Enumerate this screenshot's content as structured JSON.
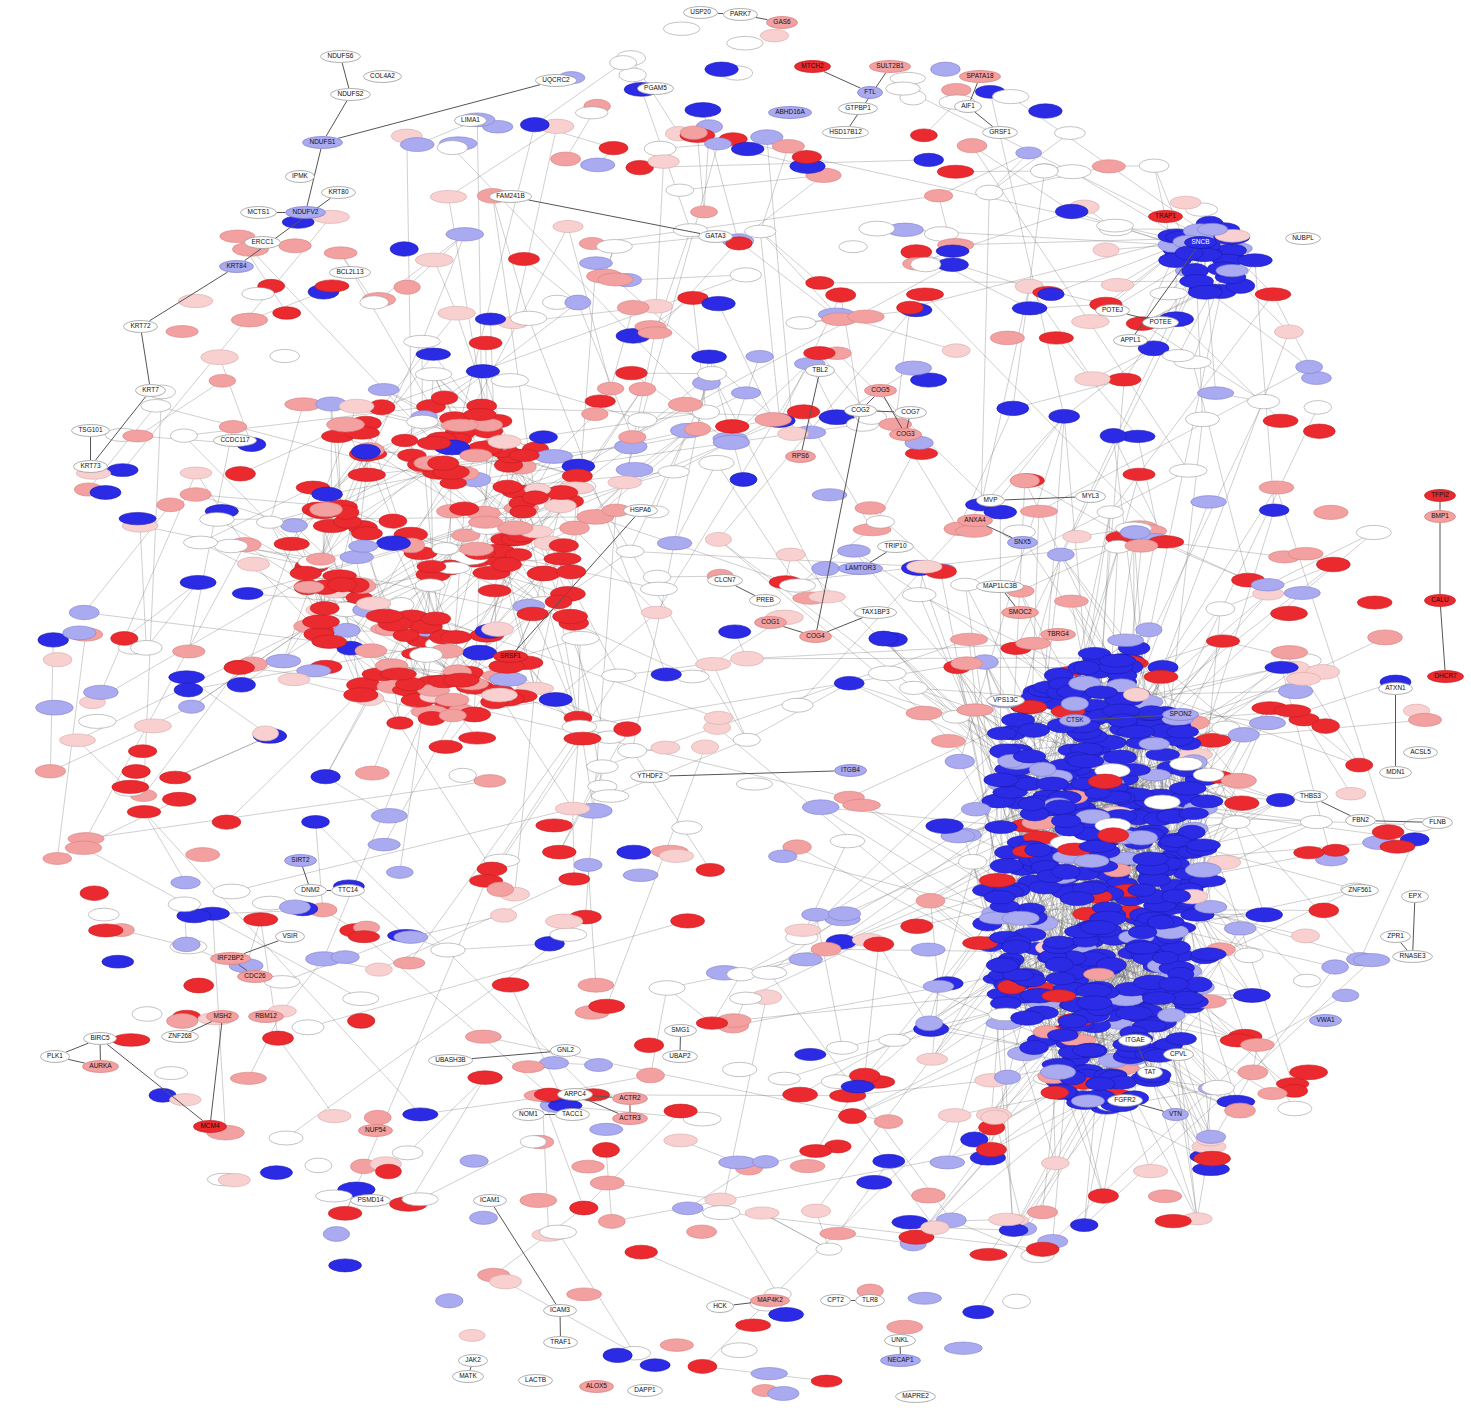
{
  "diagram": {
    "nodes": [
      {
        "text": [
          "USP20"
        ]
      },
      {
        "text": [
          "PARK7"
        ]
      },
      {
        "text": [
          "GAS6"
        ]
      },
      {
        "text": [
          "MTCH2"
        ]
      },
      {
        "text": [
          "SULT2B1"
        ]
      },
      {
        "text": [
          "NDUFS6"
        ]
      },
      {
        "text": [
          "COL4A2"
        ]
      },
      {
        "text": [
          "UQCRC2"
        ]
      },
      {
        "text": [
          "PGAM5"
        ]
      },
      {
        "text": [
          "FTL"
        ]
      },
      {
        "text": [
          "SPATA18"
        ]
      },
      {
        "text": [
          "AIF1"
        ]
      },
      {
        "text": [
          "GTPBP1"
        ]
      },
      {
        "text": [
          "NDUFS2"
        ]
      },
      {
        "text": [
          "LIMA1"
        ]
      },
      {
        "text": [
          "ABHD16A"
        ]
      },
      {
        "text": [
          "HSD17B12"
        ]
      },
      {
        "text": [
          "GRSF1"
        ]
      },
      {
        "text": [
          "NDUFS1"
        ]
      },
      {
        "text": [
          "IPMK"
        ]
      },
      {
        "text": [
          "KRT80"
        ]
      },
      {
        "text": [
          "FAM241B"
        ]
      },
      {
        "text": [
          "NDUFV2"
        ]
      },
      {
        "text": [
          "MCTS1"
        ]
      },
      {
        "text": [
          "TRAP1"
        ]
      },
      {
        "text": [
          "GATA3"
        ]
      },
      {
        "text": [
          "SNCB"
        ]
      },
      {
        "text": [
          "NUBPL"
        ]
      },
      {
        "text": [
          "ERCC1"
        ]
      },
      {
        "text": [
          "KRT84"
        ]
      },
      {
        "text": [
          "BCL2L13"
        ]
      },
      {
        "text": [
          "POTEJ"
        ]
      },
      {
        "text": [
          "POTEE"
        ]
      },
      {
        "text": [
          "APPL1"
        ]
      },
      {
        "text": [
          "KRT72"
        ]
      },
      {
        "text": [
          "TBL2"
        ]
      },
      {
        "text": [
          "COG5"
        ]
      },
      {
        "text": [
          "KRT7"
        ]
      },
      {
        "text": [
          "COG2"
        ]
      },
      {
        "text": [
          "COG7"
        ]
      },
      {
        "text": [
          "COG3"
        ]
      },
      {
        "text": [
          "TSG101"
        ]
      },
      {
        "text": [
          "CCDC117"
        ]
      },
      {
        "text": [
          "RPS6"
        ]
      },
      {
        "text": [
          "KRT73"
        ]
      },
      {
        "text": [
          "MYL3"
        ]
      },
      {
        "text": [
          "TFPI2"
        ]
      },
      {
        "text": [
          "MVP"
        ]
      },
      {
        "text": [
          "HSPA6"
        ]
      },
      {
        "text": [
          "BMP1"
        ]
      },
      {
        "text": [
          "ANXA4"
        ]
      },
      {
        "text": [
          "SNX5"
        ]
      },
      {
        "text": [
          "TRIP10"
        ]
      },
      {
        "text": [
          "LAMTOR3"
        ]
      },
      {
        "text": [
          "CLCN7"
        ]
      },
      {
        "text": [
          "MAP1LC3B"
        ]
      },
      {
        "text": [
          "CALU"
        ]
      },
      {
        "text": [
          "PREB"
        ]
      },
      {
        "text": [
          "SMOC2"
        ]
      },
      {
        "text": [
          "TAX1BP3"
        ]
      },
      {
        "text": [
          "COG1"
        ]
      },
      {
        "text": [
          "COG4"
        ]
      },
      {
        "text": [
          "TBRG4"
        ]
      },
      {
        "text": [
          "DHCR7"
        ]
      },
      {
        "text": [
          "ATXN1"
        ]
      },
      {
        "text": [
          "VPS13C"
        ]
      },
      {
        "text": [
          "SPON2"
        ]
      },
      {
        "text": [
          "CTSK"
        ]
      },
      {
        "text": [
          "ACSL5"
        ]
      },
      {
        "text": [
          "MDN1"
        ]
      },
      {
        "text": [
          "ITGB4"
        ]
      },
      {
        "text": [
          "YTHDF2"
        ]
      },
      {
        "text": [
          "THBS3"
        ]
      },
      {
        "text": [
          "FBN2"
        ]
      },
      {
        "text": [
          "FLNB"
        ]
      },
      {
        "text": [
          "SIRT2"
        ]
      },
      {
        "text": [
          "DNM2"
        ]
      },
      {
        "text": [
          "TTC14"
        ]
      },
      {
        "text": [
          "ZNF561"
        ]
      },
      {
        "text": [
          "EPX"
        ]
      },
      {
        "text": [
          "VSIR"
        ]
      },
      {
        "text": [
          "ZPR1"
        ]
      },
      {
        "text": [
          "RNASE3"
        ]
      },
      {
        "text": [
          "IRF2BP2"
        ]
      },
      {
        "text": [
          "CDC26"
        ]
      },
      {
        "text": [
          "MSH2"
        ]
      },
      {
        "text": [
          "RBM12"
        ]
      },
      {
        "text": [
          "VWA1"
        ]
      },
      {
        "text": [
          "SMG1"
        ]
      },
      {
        "text": [
          "ZNF268"
        ]
      },
      {
        "text": [
          "BIRC5"
        ]
      },
      {
        "text": [
          "ITGAE"
        ]
      },
      {
        "text": [
          "GNL2"
        ]
      },
      {
        "text": [
          "CPVL"
        ]
      },
      {
        "text": [
          "PLK1"
        ]
      },
      {
        "text": [
          "UBAP2"
        ]
      },
      {
        "text": [
          "UBASH3B"
        ]
      },
      {
        "text": [
          "AURKA"
        ]
      },
      {
        "text": [
          "TAT"
        ]
      },
      {
        "text": [
          "ARPC4"
        ]
      },
      {
        "text": [
          "ACTR2"
        ]
      },
      {
        "text": [
          "FGFR2"
        ]
      },
      {
        "text": [
          "VTN"
        ]
      },
      {
        "text": [
          "TACC1"
        ]
      },
      {
        "text": [
          "NOM1"
        ]
      },
      {
        "text": [
          "ACTR3"
        ]
      },
      {
        "text": [
          "MCM4"
        ]
      },
      {
        "text": [
          "NUP54"
        ]
      },
      {
        "text": [
          "PSMD14"
        ]
      },
      {
        "text": [
          "ICAM1"
        ]
      },
      {
        "text": [
          "CPT2"
        ]
      },
      {
        "text": [
          "TLR8"
        ]
      },
      {
        "text": [
          "HCK"
        ]
      },
      {
        "text": [
          "MAP4K2"
        ]
      },
      {
        "text": [
          "ICAM3"
        ]
      },
      {
        "text": [
          "UNKL"
        ]
      },
      {
        "text": [
          "TRAF1"
        ]
      },
      {
        "text": [
          "NECAP1"
        ]
      },
      {
        "text": [
          "JAK2"
        ]
      },
      {
        "text": [
          "MATK"
        ]
      },
      {
        "text": [
          "LACTB"
        ]
      },
      {
        "text": [
          "ALOX5"
        ]
      },
      {
        "text": [
          "DAPP1"
        ]
      },
      {
        "text": [
          "MAPRE2"
        ]
      },
      {
        "text": [
          "SRSF1"
        ]
      }
    ],
    "edges": [
      {
        "from": 36,
        "to": 38,
        "arrow": "none"
      },
      {
        "from": 38,
        "to": 39,
        "arrow": "none"
      },
      {
        "from": 39,
        "to": 40,
        "arrow": "none"
      },
      {
        "from": 40,
        "to": 36,
        "arrow": "none"
      },
      {
        "from": 60,
        "to": 61,
        "arrow": "none"
      },
      {
        "from": 61,
        "to": 38,
        "arrow": "none"
      },
      {
        "from": 59,
        "to": 61,
        "arrow": "none"
      },
      {
        "from": 5,
        "to": 13,
        "arrow": "none"
      },
      {
        "from": 13,
        "to": 18,
        "arrow": "none"
      },
      {
        "from": 18,
        "to": 22,
        "arrow": "none"
      },
      {
        "from": 22,
        "to": 23,
        "arrow": "none"
      },
      {
        "from": 18,
        "to": 7,
        "arrow": "none"
      },
      {
        "from": 20,
        "to": 29,
        "arrow": "none"
      },
      {
        "from": 29,
        "to": 34,
        "arrow": "none"
      },
      {
        "from": 34,
        "to": 37,
        "arrow": "none"
      },
      {
        "from": 37,
        "to": 44,
        "arrow": "none"
      },
      {
        "from": 44,
        "to": 41,
        "arrow": "none"
      },
      {
        "from": 85,
        "to": 106,
        "arrow": "none"
      },
      {
        "from": 94,
        "to": 90,
        "arrow": "none"
      },
      {
        "from": 90,
        "to": 97,
        "arrow": "none"
      },
      {
        "from": 97,
        "to": 94,
        "arrow": "none"
      },
      {
        "from": 106,
        "to": 90,
        "arrow": "none"
      },
      {
        "from": 89,
        "to": 85,
        "arrow": "none"
      },
      {
        "from": 100,
        "to": 105,
        "arrow": "none"
      },
      {
        "from": 105,
        "to": 99,
        "arrow": "none"
      },
      {
        "from": 99,
        "to": 100,
        "arrow": "none"
      },
      {
        "from": 103,
        "to": 104,
        "arrow": "none"
      },
      {
        "from": 118,
        "to": 119,
        "arrow": "none"
      },
      {
        "from": 109,
        "to": 114,
        "arrow": "none"
      },
      {
        "from": 116,
        "to": 114,
        "arrow": "none"
      },
      {
        "from": 112,
        "to": 113,
        "arrow": "none"
      },
      {
        "from": 110,
        "to": 111,
        "arrow": "none"
      },
      {
        "from": 115,
        "to": 117,
        "arrow": "none"
      },
      {
        "from": 101,
        "to": 102,
        "arrow": "none"
      },
      {
        "from": 91,
        "to": 98,
        "arrow": "none"
      },
      {
        "from": 66,
        "to": 67,
        "arrow": "none"
      },
      {
        "from": 73,
        "to": 72,
        "arrow": "none"
      },
      {
        "from": 74,
        "to": 73,
        "arrow": "none"
      },
      {
        "from": 81,
        "to": 82,
        "arrow": "none"
      },
      {
        "from": 79,
        "to": 82,
        "arrow": "none"
      },
      {
        "from": 46,
        "to": 49,
        "arrow": "none"
      },
      {
        "from": 49,
        "to": 56,
        "arrow": "none"
      },
      {
        "from": 63,
        "to": 56,
        "arrow": "none"
      },
      {
        "from": 64,
        "to": 69,
        "arrow": "none"
      },
      {
        "from": 26,
        "to": 33,
        "arrow": "none"
      },
      {
        "from": 31,
        "to": 32,
        "arrow": "none"
      },
      {
        "from": 45,
        "to": 47,
        "arrow": "none"
      },
      {
        "from": 50,
        "to": 51,
        "arrow": "none"
      },
      {
        "from": 55,
        "to": 58,
        "arrow": "none"
      },
      {
        "from": 53,
        "to": 52,
        "arrow": "none"
      },
      {
        "from": 57,
        "to": 54,
        "arrow": "none"
      },
      {
        "from": 2,
        "to": 1,
        "arrow": "none"
      },
      {
        "from": 0,
        "to": 1,
        "arrow": "none"
      },
      {
        "from": 3,
        "to": 9,
        "arrow": "none"
      },
      {
        "from": 4,
        "to": 16,
        "arrow": "none"
      },
      {
        "from": 11,
        "to": 17,
        "arrow": "none"
      },
      {
        "from": 10,
        "to": 11,
        "arrow": "none"
      },
      {
        "from": 75,
        "to": 76,
        "arrow": "none"
      },
      {
        "from": 76,
        "to": 77,
        "arrow": "none"
      },
      {
        "from": 80,
        "to": 83,
        "arrow": "none"
      },
      {
        "from": 83,
        "to": 84,
        "arrow": "none"
      },
      {
        "from": 88,
        "to": 95,
        "arrow": "none"
      },
      {
        "from": 92,
        "to": 96,
        "arrow": "none"
      },
      {
        "from": 43,
        "to": 35,
        "arrow": "none"
      },
      {
        "from": 71,
        "to": 70,
        "arrow": "none"
      },
      {
        "from": 25,
        "to": 21,
        "arrow": "none"
      },
      {
        "from": 124,
        "to": 48,
        "arrow": "none"
      }
    ]
  }
}
